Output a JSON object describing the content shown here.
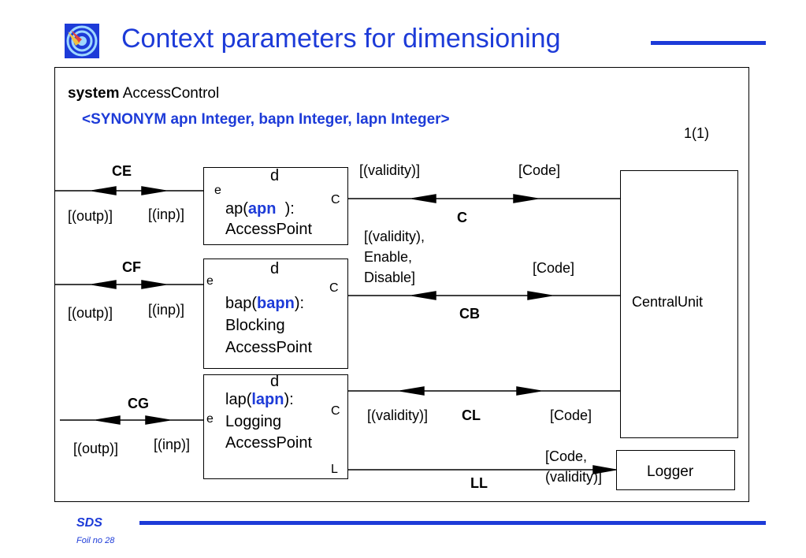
{
  "title": "Context parameters for dimensioning",
  "system": {
    "keyword": "system",
    "name": "AccessControl"
  },
  "synonym": "<SYNONYM apn Integer, bapn Integer, lapn Integer>",
  "page_ref": "1(1)",
  "blocks": {
    "ap": {
      "d": "d",
      "e": "e",
      "c": "C",
      "name_pre": "ap(",
      "param": "apn",
      "name_post": "  ):",
      "type1": "AccessPoint",
      "type2": ""
    },
    "bap": {
      "d": "d",
      "e": "e",
      "c": "C",
      "name_pre": "bap(",
      "param": "bapn",
      "name_post": "):",
      "type1": "Blocking",
      "type2": "AccessPoint"
    },
    "lap": {
      "d": "d",
      "e": "e",
      "c": "C",
      "l": "L",
      "name_pre": "lap(",
      "param": "lapn",
      "name_post": "):",
      "type1": "Logging",
      "type2": "AccessPoint"
    },
    "central": {
      "label": "CentralUnit"
    },
    "logger": {
      "label": "Logger"
    }
  },
  "channels": {
    "ce": {
      "name": "CE",
      "out": "[(outp)]",
      "in": "[(inp)]"
    },
    "cf": {
      "name": "CF",
      "out": "[(outp)]",
      "in": "[(inp)]"
    },
    "cg": {
      "name": "CG",
      "out": "[(outp)]",
      "in": "[(inp)]"
    },
    "c": {
      "name": "C",
      "left": "[(validity)]",
      "right": "[Code]"
    },
    "cb": {
      "name": "CB",
      "left1": "[(validity),",
      "left2": "Enable,",
      "left3": "Disable]",
      "right": "[Code]"
    },
    "cl": {
      "name": "CL",
      "left": "[(validity)]",
      "right": "[Code]"
    },
    "ll": {
      "name": "LL",
      "sig1": "[Code,",
      "sig2": "(validity)]"
    }
  },
  "footer": {
    "brand": "SDS",
    "foil": "Foil no 28"
  },
  "colors": {
    "accent": "#1d3bd8"
  }
}
